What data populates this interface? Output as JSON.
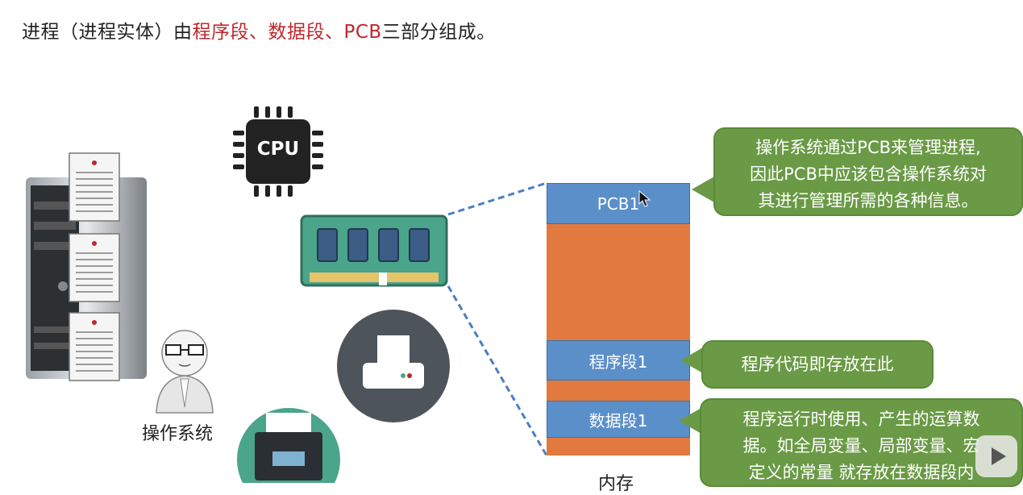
{
  "heading": {
    "prefix": "进程（进程实体）由",
    "part1": "程序段",
    "sep1": "、",
    "part2": "数据段",
    "sep2": "、",
    "part3": "PCB",
    "suffix": "三部分组成。"
  },
  "cpu": {
    "label": "CPU"
  },
  "os": {
    "label": "操作系统"
  },
  "memory": {
    "caption": "内存",
    "pcb_label": "PCB1",
    "program_label": "程序段1",
    "data_label": "数据段1"
  },
  "notes": {
    "pcb": [
      "操作系统通过PCB来管理进程,",
      "因此PCB中应该包含操作系统对",
      "其进行管理所需的各种信息。"
    ],
    "program": "程序代码即存放在此",
    "data": [
      "程序运行时使用、产生的运算数",
      "据。如全局变量、局部变量、宏",
      "定义的常量 就存放在数据段内"
    ]
  },
  "colors": {
    "highlight_text": "#c0262c",
    "memory_block": "#5b8fc9",
    "memory_fill": "#e27a3f",
    "note_bubble": "#6a9a45",
    "connector": "#4a7fc0"
  }
}
